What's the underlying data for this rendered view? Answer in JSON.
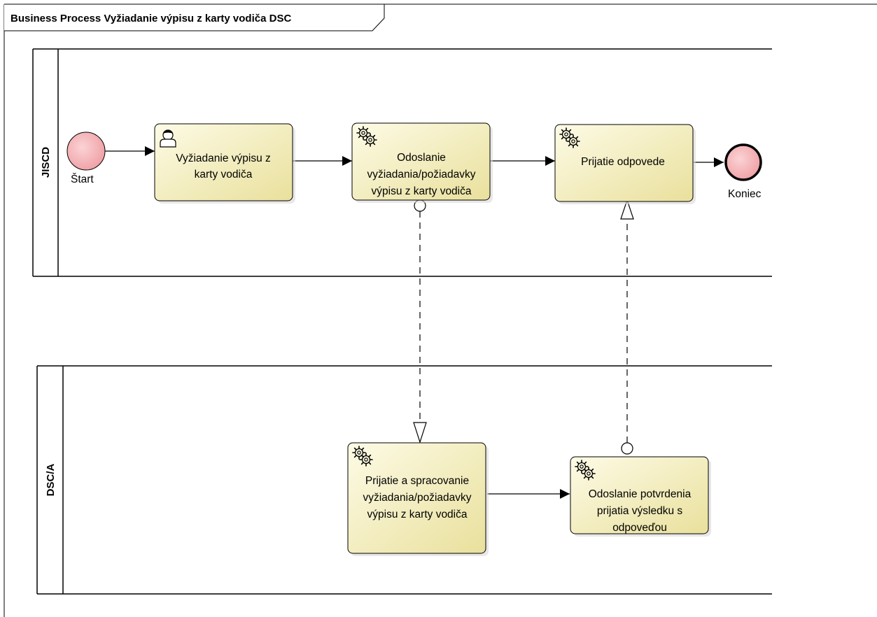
{
  "diagram": {
    "title": "Business Process Vyžiadanie výpisu z karty vodiča DSC"
  },
  "lanes": {
    "top": {
      "label": "JISCD"
    },
    "bottom": {
      "label": "DSC/A"
    }
  },
  "events": {
    "start": {
      "label": "Štart"
    },
    "end": {
      "label": "Koniec"
    }
  },
  "tasks": {
    "request_extract": {
      "type": "user",
      "lines": [
        "Vyžiadanie výpisu z",
        "karty vodiča"
      ]
    },
    "send_request": {
      "type": "service",
      "lines": [
        "Odoslanie",
        "vyžiadania/požiadavky",
        "výpisu z karty vodiča"
      ]
    },
    "receive_response": {
      "type": "service",
      "lines": [
        "Prijatie odpovede"
      ]
    },
    "receive_process": {
      "type": "service",
      "lines": [
        "Prijatie a spracovanie",
        "vyžiadania/požiadavky",
        "výpisu z karty vodiča"
      ]
    },
    "send_confirmation": {
      "type": "service",
      "lines": [
        "Odoslanie potvrdenia",
        "prijatia výsledku s",
        "odpoveďou"
      ]
    }
  },
  "colors": {
    "task_fill_light": "#fbf8dc",
    "task_fill_dark": "#ebe3a2",
    "start_fill": "#f3b0b4",
    "end_fill": "#f3b0b4",
    "stroke": "#000000"
  }
}
